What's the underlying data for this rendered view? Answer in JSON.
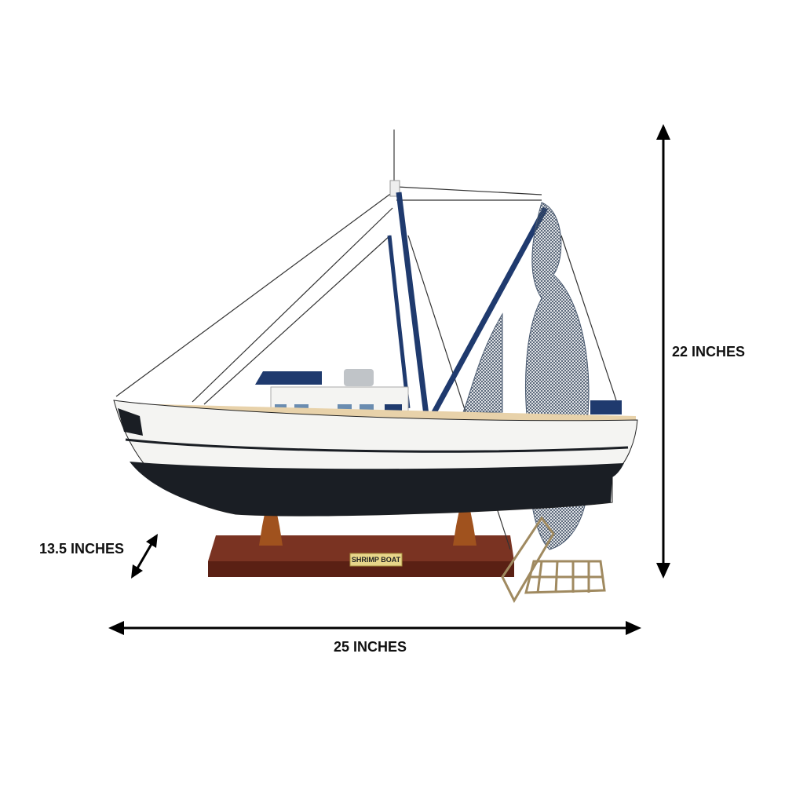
{
  "product": {
    "name_plaque": "SHRIMP BOAT"
  },
  "dimensions": {
    "height": "22 INCHES",
    "width": "25 INCHES",
    "depth": "13.5 INCHES"
  },
  "colors": {
    "hull_white": "#f4f4f2",
    "hull_black": "#1a1e24",
    "mast_blue": "#1f3a6e",
    "base_wood": "#6b2a1a",
    "net": "#4a5a70",
    "deck_wood": "#e8d2aa"
  }
}
